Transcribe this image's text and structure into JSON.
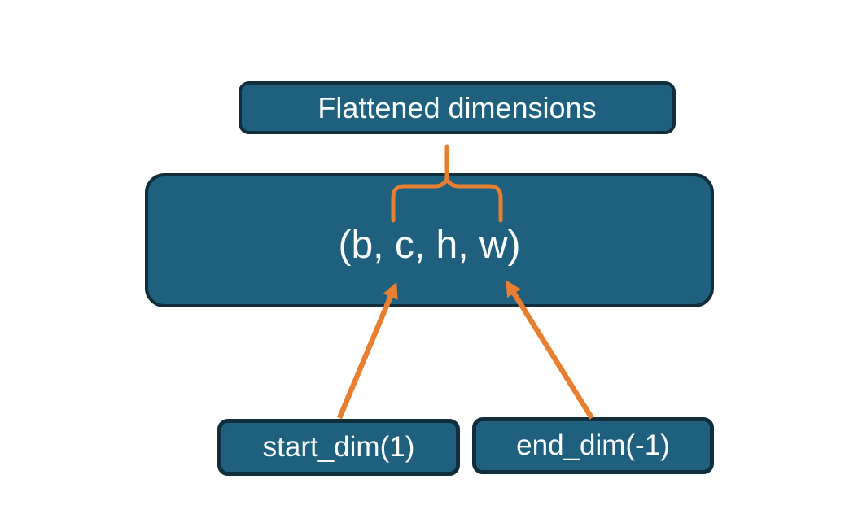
{
  "colors": {
    "background": "#ffffff",
    "box_fill": "#20607f",
    "box_border": "#112e3c",
    "accent": "#e87f30",
    "text_color": "#fafdfe"
  },
  "diagram": {
    "title_box": "Flattened dimensions",
    "tensor_box": "(b, c, h, w)",
    "start_dim_box": "start_dim(1)",
    "end_dim_box": "end_dim(-1)"
  }
}
